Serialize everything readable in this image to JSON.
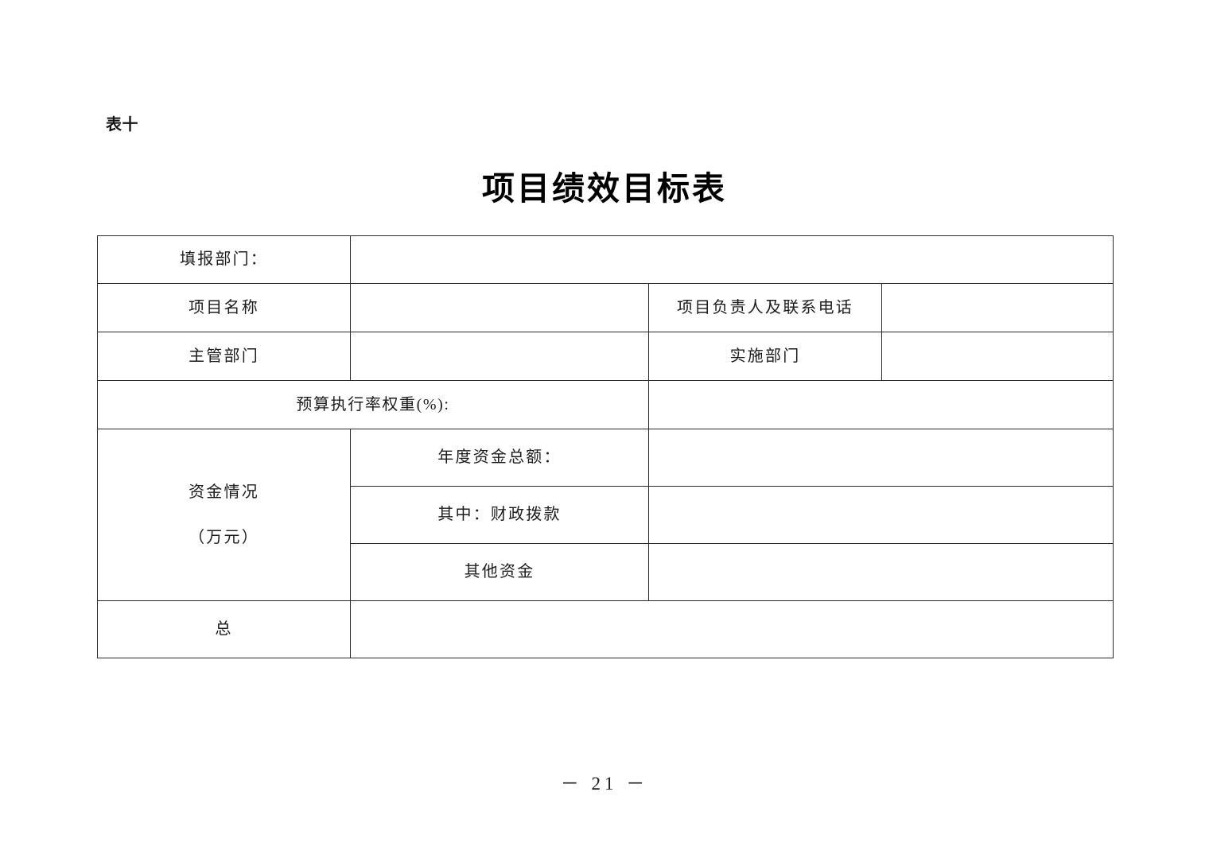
{
  "document": {
    "form_tag": "表十",
    "title": "项目绩效目标表",
    "page_number": "－ 21 －"
  },
  "table": {
    "rows": {
      "reporting_dept_label": "填报部门：",
      "reporting_dept_value": "",
      "project_name_label": "项目名称",
      "project_name_value": "",
      "project_leader_label": "项目负责人及联系电话",
      "project_leader_value": "",
      "supervising_dept_label": "主管部门",
      "supervising_dept_value": "",
      "implementing_dept_label": "实施部门",
      "implementing_dept_value": "",
      "budget_exec_rate_label": "预算执行率权重(%):",
      "budget_exec_rate_value": "",
      "funding_label_line1": "资金情况",
      "funding_label_line2": "（万元）",
      "annual_total_label": "年度资金总额：",
      "annual_total_value": "",
      "fiscal_allocation_label": "其中：财政拨款",
      "fiscal_allocation_value": "",
      "other_funds_label": "其他资金",
      "other_funds_value": "",
      "total_label": "总",
      "total_value": ""
    }
  }
}
